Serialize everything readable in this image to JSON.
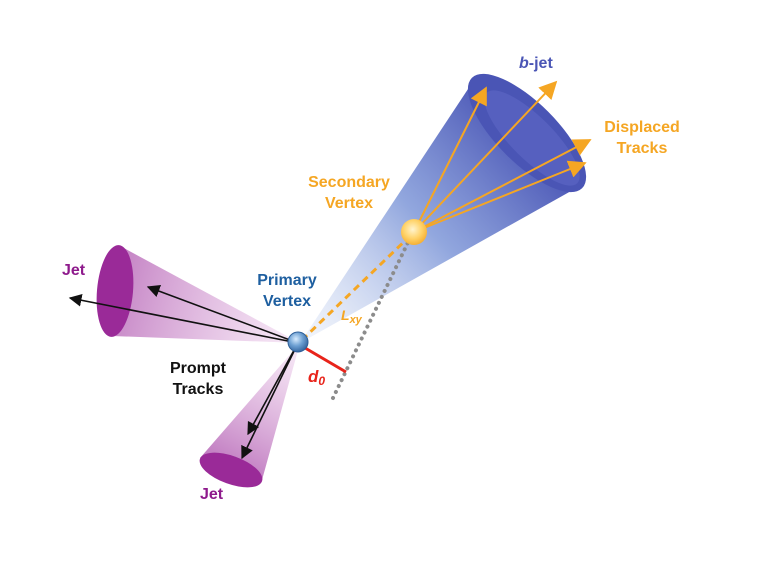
{
  "labels": {
    "bjet_b": "b",
    "bjet_rest": "-jet",
    "displaced_line1": "Displaced",
    "displaced_line2": "Tracks",
    "secondary_line1": "Secondary",
    "secondary_line2": "Vertex",
    "primary_line1": "Primary",
    "primary_line2": "Vertex",
    "jet_left": "Jet",
    "jet_bottom": "Jet",
    "prompt_line1": "Prompt",
    "prompt_line2": "Tracks",
    "lxy_main": "L",
    "lxy_sub": "xy",
    "d0_main": "d",
    "d0_sub": "0"
  },
  "colors": {
    "bjet_cone": "#4a55b5",
    "purple_cone": "#9a2a98",
    "orange": "#f5a623",
    "red": "#e8231a",
    "gray_dots": "#8c8c8c",
    "primary_vertex": "#4f86c0"
  }
}
